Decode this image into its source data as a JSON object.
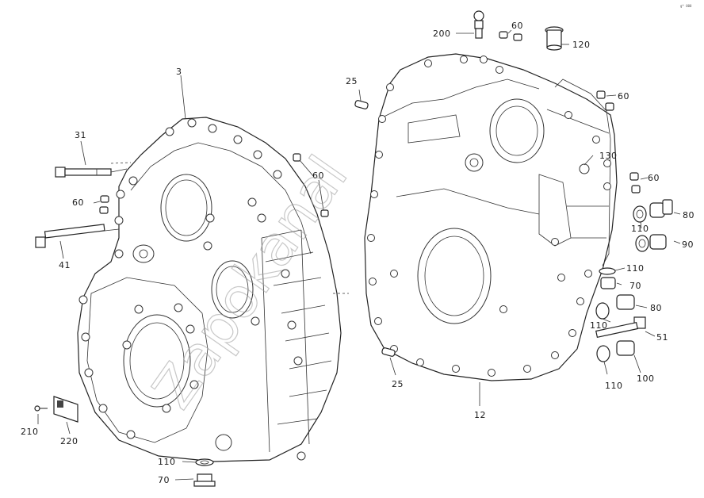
{
  "watermark": "Zapokanal",
  "corner_code": "g* 000",
  "part_labels": {
    "l3": "3",
    "l31": "31",
    "l60a": "60",
    "l41": "41",
    "l60b": "60",
    "l210": "210",
    "l220": "220",
    "l110a": "110",
    "l70a": "70",
    "l25a": "25",
    "l25b": "25",
    "l200": "200",
    "l60c": "60",
    "l120": "120",
    "l60d": "60",
    "l130": "130",
    "l60e": "60",
    "l80a": "80",
    "l110b": "110",
    "l90": "90",
    "l110c": "110",
    "l70b": "70",
    "l80b": "80",
    "l110d": "110",
    "l51": "51",
    "l110e": "110",
    "l100": "100",
    "l12": "12"
  }
}
